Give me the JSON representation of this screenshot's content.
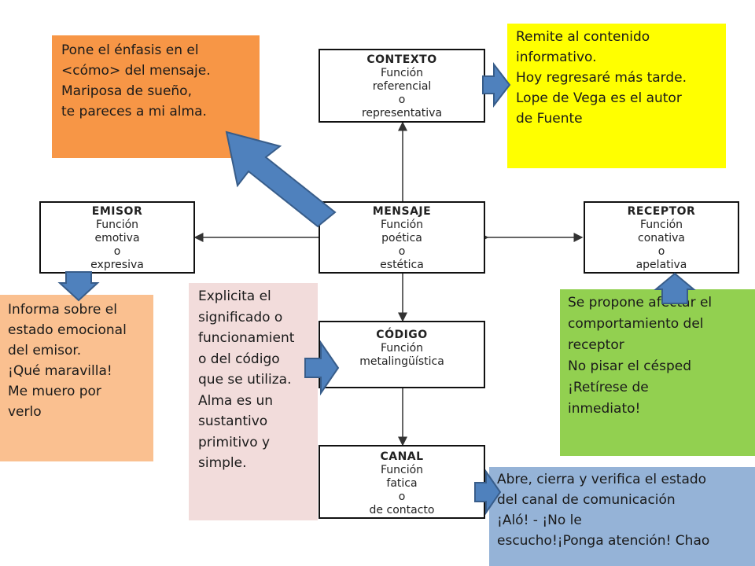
{
  "boxes": {
    "contexto": {
      "title": "CONTEXTO",
      "lines": [
        "Función",
        "referencial",
        "o",
        "representativa"
      ]
    },
    "mensaje": {
      "title": "MENSAJE",
      "lines": [
        "Función",
        "poética",
        "o",
        "estética"
      ]
    },
    "emisor": {
      "title": "EMISOR",
      "lines": [
        "Función",
        "emotiva",
        "o",
        "expresiva"
      ]
    },
    "receptor": {
      "title": "RECEPTOR",
      "lines": [
        "Función",
        "conativa",
        "o",
        "apelativa"
      ]
    },
    "codigo": {
      "title": "CÓDIGO",
      "lines": [
        "Función",
        "metalingüística"
      ]
    },
    "canal": {
      "title": "CANAL",
      "lines": [
        "Función",
        "fatica",
        "o",
        "de contacto"
      ]
    }
  },
  "notes": {
    "poetica": {
      "color": "#f79646",
      "lines": [
        "Pone el énfasis en el",
        "<cómo> del mensaje.",
        "Mariposa de sueño,",
        "te pareces a mi alma."
      ]
    },
    "referencial": {
      "color": "#ffff00",
      "lines": [
        "Remite al contenido",
        "informativo.",
        "Hoy regresaré más tarde.",
        "Lope de Vega es el autor",
        "de Fuente"
      ]
    },
    "emotiva": {
      "color": "#fac090",
      "lines": [
        "Informa sobre el",
        "estado emocional",
        "del emisor.",
        "¡Qué maravilla!",
        "Me muero por",
        "verlo"
      ]
    },
    "metalinguistica": {
      "color": "#f2dcdb",
      "lines": [
        "Explicita el",
        "significado o",
        "funcionamient",
        "o del código",
        "que se utiliza.",
        "Alma es un",
        "sustantivo",
        "primitivo y",
        "simple."
      ]
    },
    "conativa": {
      "color": "#92d050",
      "lines": [
        "Se propone afectar el",
        "comportamiento del",
        "receptor",
        "No pisar el césped",
        "¡Retírese de",
        "inmediato!"
      ]
    },
    "fatica": {
      "color": "#95b3d7",
      "lines": [
        "Abre, cierra y verifica el estado",
        "del canal de comunicación",
        "¡Aló! - ¡No le",
        "escucho!¡Ponga atención! Chao"
      ]
    }
  },
  "colors": {
    "arrow_fill": "#4f81bd",
    "arrow_stroke": "#385d8a",
    "connector": "#333333"
  }
}
